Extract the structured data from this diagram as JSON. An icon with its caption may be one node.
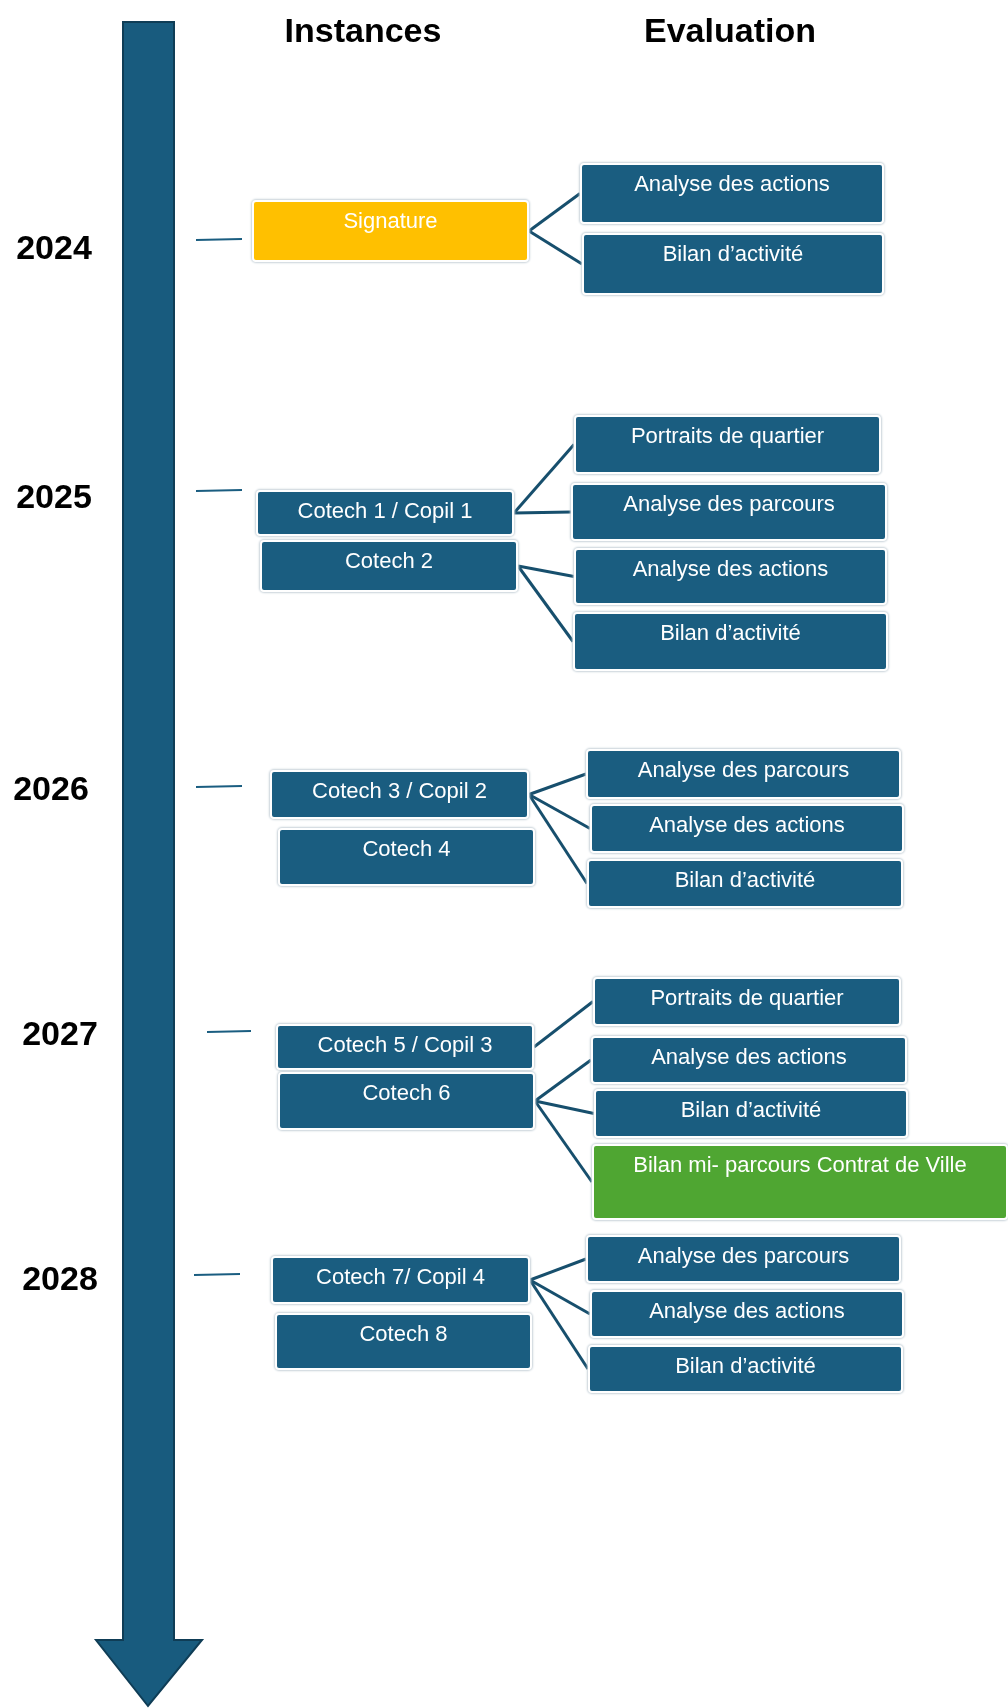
{
  "diagram": {
    "nodes": [
      {
        "text": [
          "Signature"
        ]
      },
      {
        "text": [
          "Analyse des actions"
        ]
      },
      {
        "text": [
          "Bilan d’activité"
        ]
      },
      {
        "text": [
          "Cotech 1 / Copil 1"
        ]
      },
      {
        "text": [
          "Cotech 2"
        ]
      },
      {
        "text": [
          "Portraits de quartier"
        ]
      },
      {
        "text": [
          "Analyse des parcours"
        ]
      },
      {
        "text": [
          "Analyse des actions"
        ]
      },
      {
        "text": [
          "Bilan d’activité"
        ]
      },
      {
        "text": [
          "Cotech 3 / Copil 2"
        ]
      },
      {
        "text": [
          "Cotech 4"
        ]
      },
      {
        "text": [
          "Analyse des parcours"
        ]
      },
      {
        "text": [
          "Analyse des actions"
        ]
      },
      {
        "text": [
          "Bilan d’activité"
        ]
      },
      {
        "text": [
          "Cotech 5 / Copil 3"
        ]
      },
      {
        "text": [
          "Cotech 6"
        ]
      },
      {
        "text": [
          "Portraits de quartier"
        ]
      },
      {
        "text": [
          "Analyse des actions"
        ]
      },
      {
        "text": [
          "Bilan d’activité"
        ]
      },
      {
        "text": [
          "Bilan mi- parcours Contrat de Ville"
        ]
      },
      {
        "text": [
          "Cotech 7/ Copil 4"
        ]
      },
      {
        "text": [
          "Cotech 8"
        ]
      },
      {
        "text": [
          "Analyse des parcours"
        ]
      },
      {
        "text": [
          "Analyse des actions"
        ]
      },
      {
        "text": [
          "Bilan d’activité"
        ]
      }
    ],
    "edges": [
      {
        "from": 0,
        "to": 1,
        "arrow": "none"
      },
      {
        "from": 0,
        "to": 2,
        "arrow": "none"
      },
      {
        "from": 3,
        "to": 5,
        "arrow": "none"
      },
      {
        "from": 3,
        "to": 6,
        "arrow": "none"
      },
      {
        "from": 4,
        "to": 7,
        "arrow": "none"
      },
      {
        "from": 4,
        "to": 8,
        "arrow": "none"
      },
      {
        "from": 9,
        "to": 11,
        "arrow": "none"
      },
      {
        "from": 9,
        "to": 12,
        "arrow": "none"
      },
      {
        "from": 9,
        "to": 13,
        "arrow": "none"
      },
      {
        "from": 14,
        "to": 16,
        "arrow": "none"
      },
      {
        "from": 15,
        "to": 17,
        "arrow": "none"
      },
      {
        "from": 15,
        "to": 18,
        "arrow": "none"
      },
      {
        "from": 15,
        "to": 19,
        "arrow": "none"
      },
      {
        "from": 20,
        "to": 22,
        "arrow": "none"
      },
      {
        "from": 20,
        "to": 23,
        "arrow": "none"
      },
      {
        "from": 20,
        "to": 24,
        "arrow": "none"
      }
    ],
    "labels": [
      "Instances",
      "Evaluation",
      "2024",
      "2025",
      "2026",
      "2027",
      "2028"
    ]
  }
}
